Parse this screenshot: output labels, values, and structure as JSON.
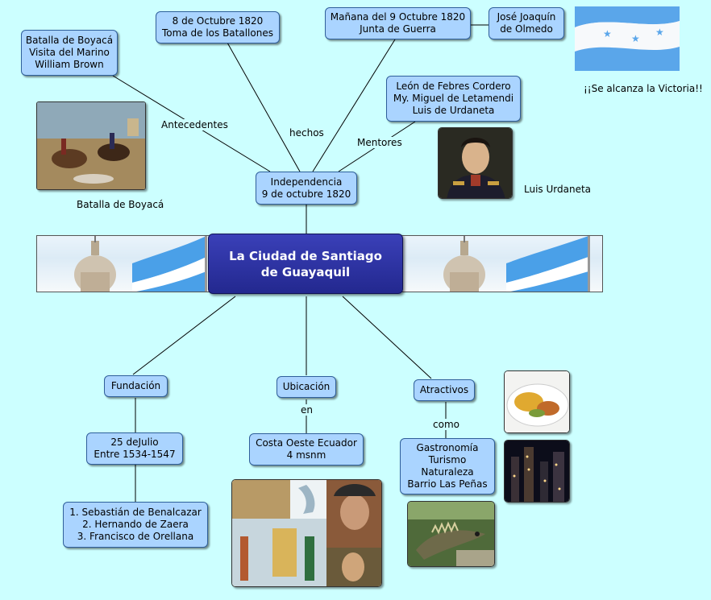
{
  "central": {
    "lines": [
      "La Ciudad de Santiago",
      "de Guayaquil"
    ]
  },
  "nodes": {
    "independencia": [
      "Independencia",
      "9 de octubre 1820"
    ],
    "boyaca_brown": [
      "Batalla de Boyacá",
      "Visita del Marino",
      "William Brown"
    ],
    "octubre8": [
      "8 de Octubre 1820",
      "Toma de los Batallones"
    ],
    "octubre9": [
      "Mañana del 9 Octubre 1820",
      "Junta de Guerra"
    ],
    "olmedo": [
      "José Joaquín",
      "de Olmedo"
    ],
    "mentores": [
      "León de Febres Cordero",
      "My. Miguel de Letamendi",
      "Luis de Urdaneta"
    ],
    "fundacion": [
      "Fundación"
    ],
    "julio": [
      "25 deJulio",
      "Entre 1534-1547"
    ],
    "fundadores": [
      "1. Sebastián de Benalcazar",
      "2. Hernando de Zaera",
      "3. Francisco de Orellana"
    ],
    "ubicacion": [
      "Ubicación"
    ],
    "costa": [
      "Costa Oeste Ecuador",
      "4 msnm"
    ],
    "atractivos": [
      "Atractivos"
    ],
    "gastronomia": [
      "Gastronomía",
      "Turismo",
      "Naturaleza",
      "Barrio Las Peñas"
    ]
  },
  "labels": {
    "antecedentes": "Antecedentes",
    "hechos": "hechos",
    "mentores": "Mentores",
    "en": "en",
    "como": "como"
  },
  "captions": {
    "boyaca": "Batalla de Boyacá",
    "urdaneta": "Luis Urdaneta",
    "victoria": "¡¡Se alcanza la Victoria!!"
  },
  "colors": {
    "background": "#ccffff",
    "node_fill": "#aad4ff",
    "node_border": "#2f5f9a",
    "central_fill": "#23288f",
    "flag_blue": "#4aa0e8"
  }
}
